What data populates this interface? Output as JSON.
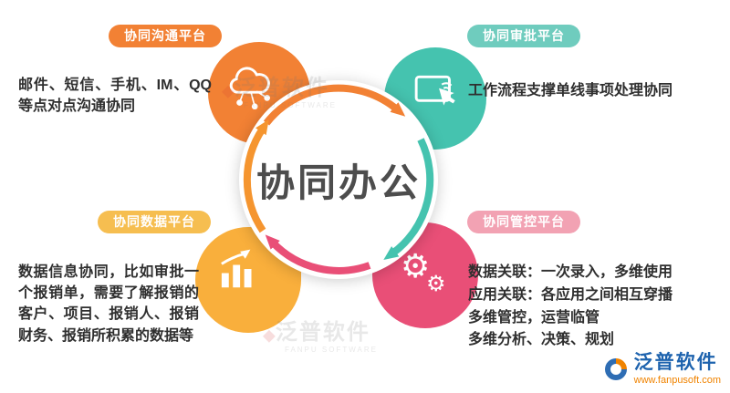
{
  "title": "协同办公",
  "platforms": [
    {
      "label": "协同沟通平台",
      "desc": "邮件、短信、手机、IM、QQ等点对点沟通协同",
      "color": "#F28134",
      "badge_color": "#F28134",
      "icon": "cloud-network-icon"
    },
    {
      "label": "协同审批平台",
      "desc": "工作流程支撑单线事项处理协同",
      "color": "#45C3AF",
      "badge_color": "#6FCCBE",
      "icon": "touch-approval-icon"
    },
    {
      "label": "协同数据平台",
      "desc": "数据信息协同，比如审批一个报销单，需要了解报销的客户、项目、报销人、报销财务、报销所积累的数据等",
      "color": "#F9AF3C",
      "badge_color": "#F6BE50",
      "icon": "bar-chart-icon"
    },
    {
      "label": "协同管控平台",
      "desc_lines": [
        "数据关联：一次录入，多维使用",
        "应用关联：各应用之间相互穿播",
        "多维管控，运营临管",
        "多维分析、决策、规划"
      ],
      "color": "#E94F77",
      "badge_color": "#F2A2B3",
      "icon": "gears-icon"
    }
  ],
  "arrows": {
    "top": "#F28134",
    "right": "#45C3AF",
    "bottom": "#E94F77",
    "left": "#F5952F"
  },
  "watermark": {
    "text": "泛普软件",
    "subtext": "FANPU SOFTWARE"
  },
  "logo": {
    "name": "泛普软件",
    "url": "www.fanpusoft.com"
  },
  "gear_glyph": "⚙"
}
